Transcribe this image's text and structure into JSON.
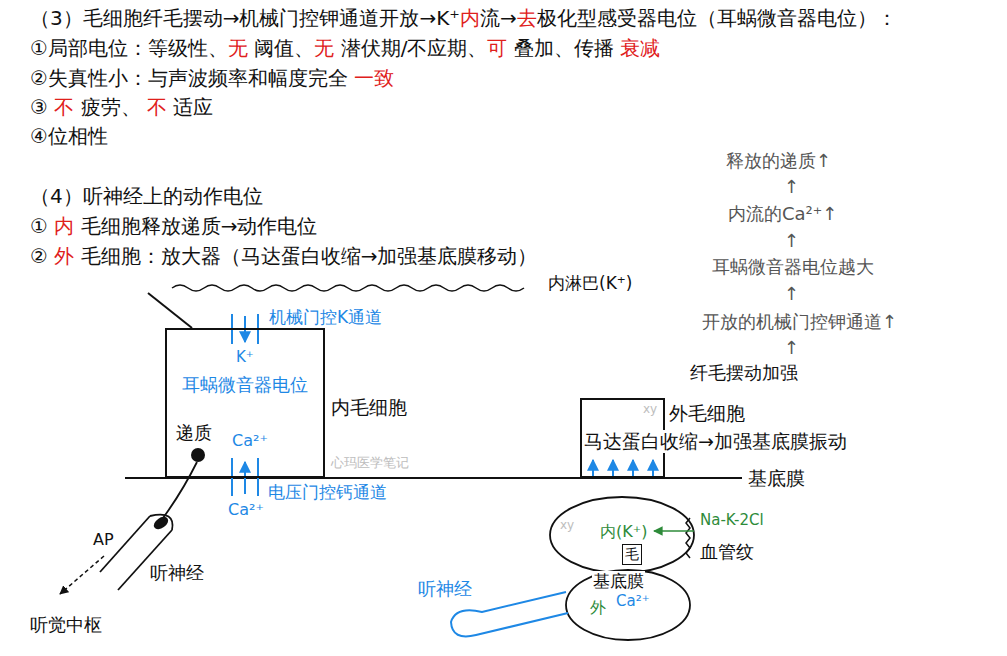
{
  "diagram": {
    "nodes": [
      {
        "text": [
          "内毛细胞"
        ]
      },
      {
        "text": [
          "外毛细胞"
        ]
      },
      {
        "text": [
          "毛"
        ]
      }
    ],
    "labels": [
      "（3）毛细胞纤毛摆动→机械门控钾通道开放→K⁺内流→去极化型感受器电位（耳蜗微音器电位）：",
      "①局部电位：等级性、无 阈值、无 潜伏期/不应期、可 叠加、传播 衰减",
      "②失真性小：与声波频率和幅度完全 一致",
      "③ 不 疲劳、 不 适应",
      "④位相性",
      "释放的递质↑",
      "↑",
      "（4）听神经上的动作电位",
      "① 内 毛细胞释放递质→动作电位",
      "内流的Ca²⁺↑",
      "② 外 毛细胞：放大器（马达蛋白收缩→加强基底膜移动）",
      "↑",
      "耳蜗微音器电位越大",
      "↑",
      "内淋巴(K⁺)",
      "开放的机械门控钾通道↑",
      "机械门控K通道",
      "↑",
      "K⁺",
      "纤毛摆动加强",
      "耳蜗微音器电位",
      "xy",
      "马达蛋白收缩→加强基底膜振动",
      "递质",
      "Ca²⁺",
      "心玛医学笔记",
      "基底膜",
      "电压门控钙通道",
      "Ca²⁺",
      "AP",
      "xy",
      "内(K⁺)",
      "Na-K-2Cl",
      "血管纹",
      "听神经",
      "听神经",
      "基底膜",
      "外",
      "Ca²⁺",
      "听觉中枢"
    ]
  }
}
